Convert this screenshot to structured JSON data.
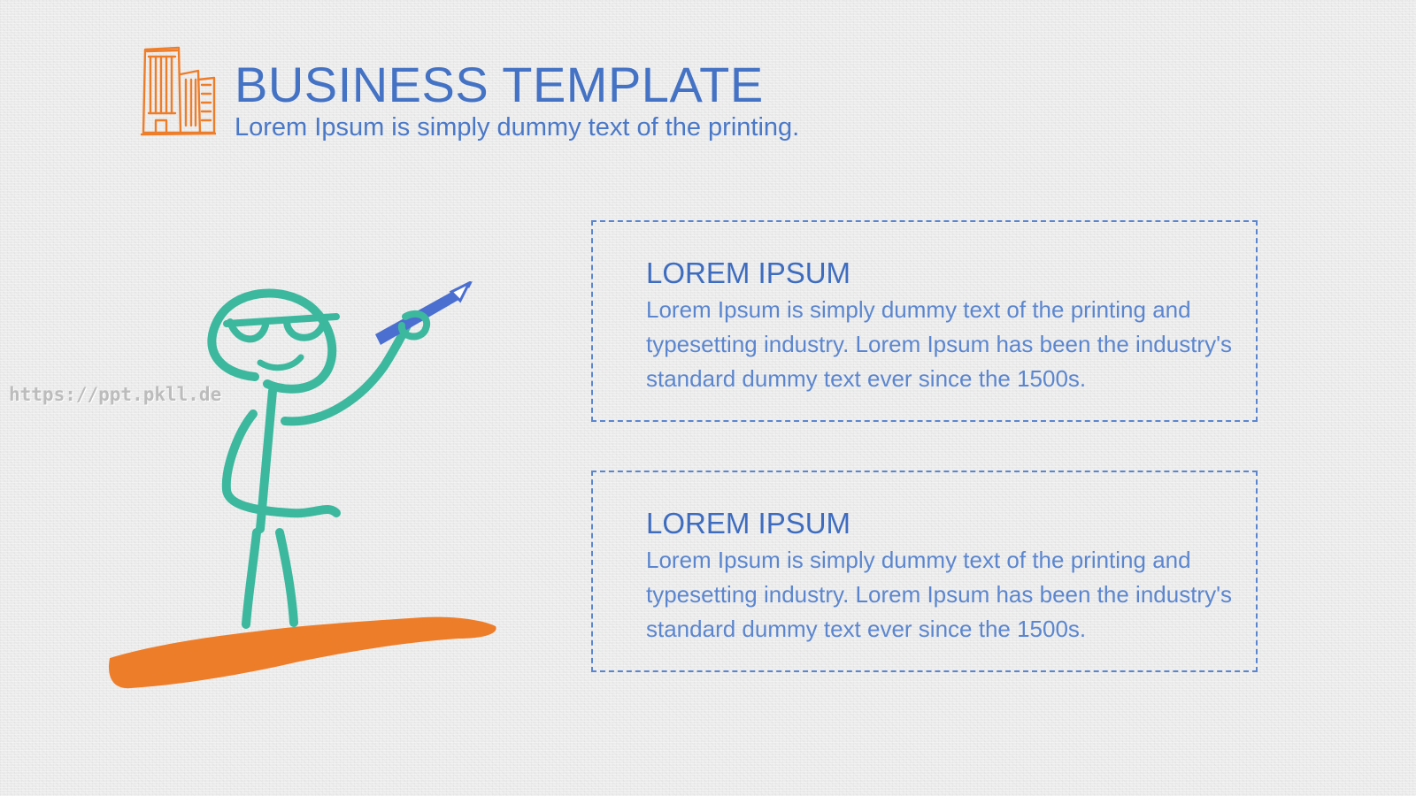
{
  "header": {
    "title": "BUSINESS TEMPLATE",
    "subtitle": "Lorem Ipsum is simply dummy text of the printing."
  },
  "watermark": "https://ppt.pkll.de",
  "cards": [
    {
      "heading": "LOREM IPSUM",
      "body": "Lorem Ipsum is simply dummy text of the printing and typesetting industry. Lorem Ipsum has been the industry's standard dummy text ever since the 1500s."
    },
    {
      "heading": "LOREM IPSUM",
      "body": "Lorem Ipsum is simply dummy text of the printing and typesetting industry. Lorem Ipsum has been the industry's standard dummy text ever since the 1500s."
    }
  ],
  "icons": {
    "logo": "buildings-icon",
    "illustration": "stick-figure-with-pen-illustration"
  },
  "colors": {
    "title_blue": "#4472c4",
    "text_blue": "#5b86cf",
    "figure_teal": "#3cb89e",
    "accent_orange": "#ee7d2a",
    "pen_blue": "#4a6fd0"
  }
}
